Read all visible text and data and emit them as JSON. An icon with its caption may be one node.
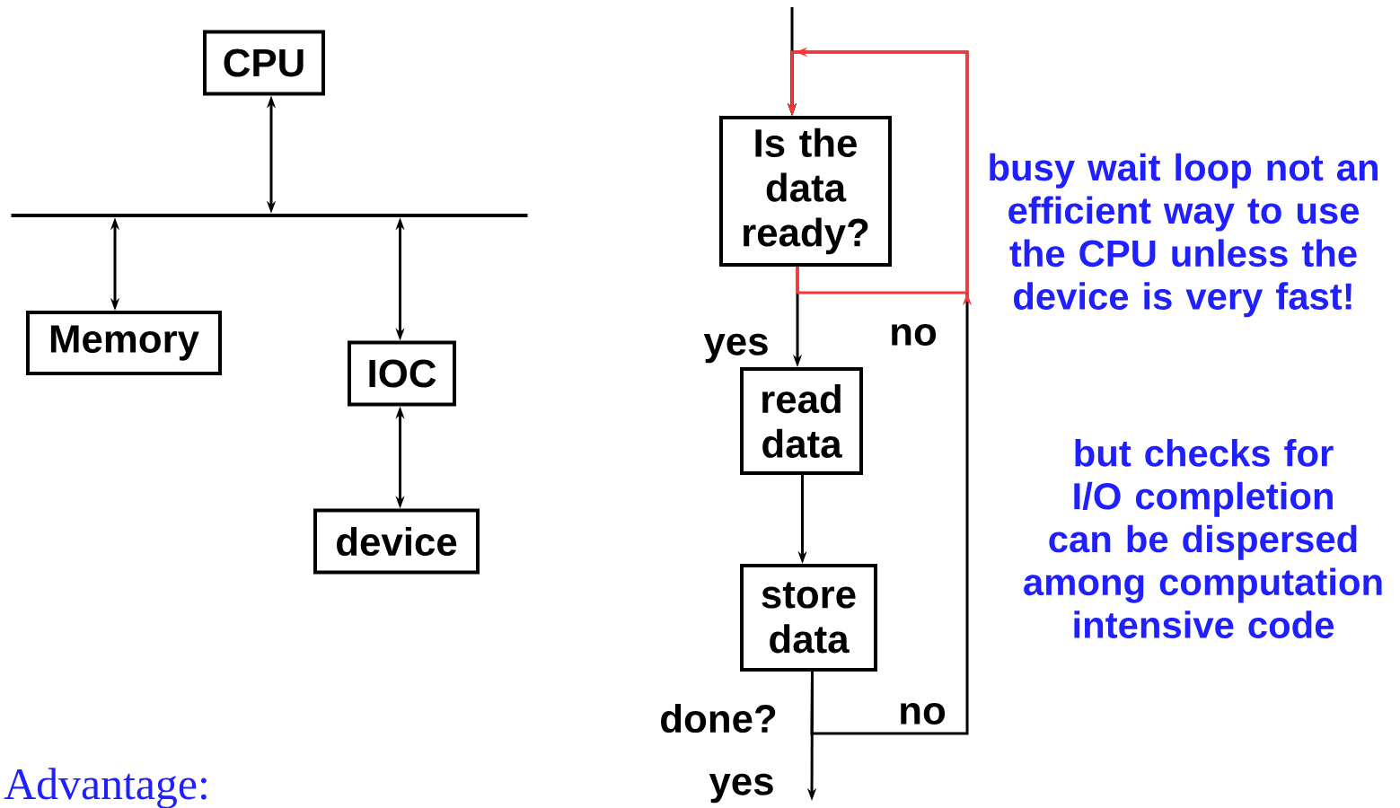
{
  "diagram": {
    "nodes": [
      {
        "text": [
          "CPU"
        ]
      },
      {
        "text": [],
        "shape": "bar"
      },
      {
        "text": [
          "Memory"
        ]
      },
      {
        "text": [
          "IOC"
        ]
      },
      {
        "text": [
          "device"
        ]
      },
      {
        "text": [
          "Is the data ready?"
        ]
      },
      {
        "text": [
          "read data"
        ]
      },
      {
        "text": [
          "store data"
        ]
      }
    ],
    "edges": [
      {
        "from": 0,
        "to": 1,
        "arrow": "both"
      },
      {
        "from": 1,
        "to": 2,
        "arrow": "both"
      },
      {
        "from": 1,
        "to": 3,
        "arrow": "both"
      },
      {
        "from": 3,
        "to": 4,
        "arrow": "both"
      },
      {
        "from": null,
        "to": 5,
        "arrow": "to"
      },
      {
        "from": 5,
        "to": 6,
        "arrow": "to",
        "label": "yes"
      },
      {
        "from": 5,
        "to": 5,
        "arrow": "to",
        "label": "no",
        "color": "#ff3333"
      },
      {
        "from": 6,
        "to": 7,
        "arrow": "to"
      },
      {
        "from": 7,
        "to": 5,
        "arrow": "to",
        "label": "no"
      },
      {
        "from": 7,
        "to": null,
        "arrow": "to",
        "label": "yes"
      }
    ],
    "labels": [
      "busy wait loop not an efficient way to use the CPU unless the device is very fast!",
      "but checks for I/O completion can be dispersed among computation intensive code",
      "done?",
      "Advantage:"
    ]
  }
}
